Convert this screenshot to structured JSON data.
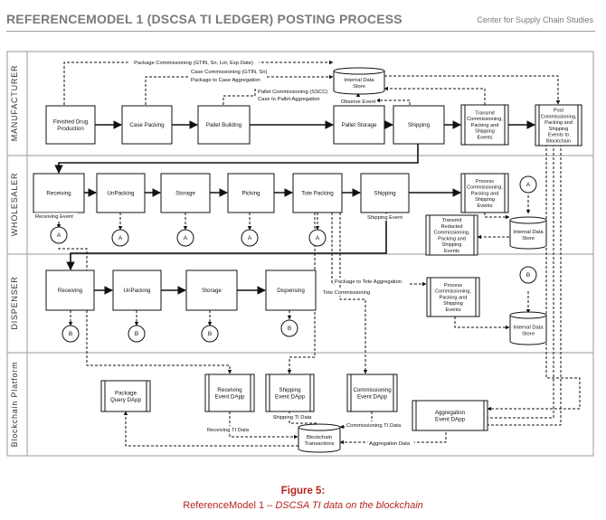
{
  "header": {
    "title": "REFERENCEMODEL 1 (DSCSA TI LEDGER) POSTING PROCESS",
    "org": "Center for Supply Chain Studies"
  },
  "lanes": [
    "MANUFACTURER",
    "WHOLESALER",
    "DISPENSER",
    "Blockchain Platform"
  ],
  "nodes": {
    "finished_drug": [
      "Finished Drug",
      "Production"
    ],
    "case_packing": [
      "Case Packing"
    ],
    "pallet_building": [
      "Pallet Building"
    ],
    "pallet_storage": [
      "Pallet Storage"
    ],
    "shipping_m": [
      "Shipping"
    ],
    "transmit_events": [
      "Transmit",
      "Commissioning,",
      "Packing and",
      "Shipping",
      "Events"
    ],
    "post_events": [
      "Post",
      "Commissioning,",
      "Packing and",
      "Shipping",
      "Events to",
      "Blockchain"
    ],
    "internal_store_m": [
      "Internal Data",
      "Store"
    ],
    "receiving_w": [
      "Receiving"
    ],
    "unpacking_w": [
      "UnPacking"
    ],
    "storage_w": [
      "Storage"
    ],
    "picking_w": [
      "Picking"
    ],
    "tote_packing": [
      "Tote Packing"
    ],
    "shipping_w": [
      "Shipping"
    ],
    "process_w": [
      "Process",
      "Commissioning,",
      "Packing and",
      "Shipping",
      "Events"
    ],
    "transmit_redacted": [
      "Transmit",
      "Redacted",
      "Commissioning,",
      "Packing and",
      "Shipping",
      "Events"
    ],
    "internal_store_w": [
      "Internal Data",
      "Store"
    ],
    "receiving_d": [
      "Receiving"
    ],
    "unpacking_d": [
      "UnPacking"
    ],
    "storage_d": [
      "Storage"
    ],
    "dispensing_d": [
      "Dispensing"
    ],
    "process_d": [
      "Process",
      "Commissioning,",
      "Packing and",
      "Shipping",
      "Events"
    ],
    "internal_store_d": [
      "Internal Data",
      "Store"
    ],
    "package_query": [
      "Package",
      "Query DApp"
    ],
    "receiving_dapp": [
      "Receiving",
      "Event DApp"
    ],
    "shipping_dapp": [
      "Shipping",
      "Event DApp"
    ],
    "commissioning_dapp": [
      "Commissioning",
      "Event DApp"
    ],
    "aggregation_dapp": [
      "Aggregation",
      "Event DApp"
    ],
    "blockchain_tx": [
      "Blockchain",
      "Transactions"
    ]
  },
  "labels": {
    "package_commissioning": "Package Commissioning (GTIN, Sn, Lot, Exp Date)",
    "case_commissioning": "Case Commissioning (GTIN, Sn)",
    "package_to_case": "Package to Case Aggregation",
    "pallet_commissioning": "Pallet Commissioning (SSCC)",
    "case_to_pallet": "Case to Pallet Aggregation",
    "observe_event": "Observe Event",
    "receiving_event": "Receiving Event",
    "shipping_event": "Shipping Event",
    "package_to_tote": "Package to Tote Aggregation",
    "tote_commissioning": "Tote Commissioning",
    "receiving_ti": "Receiving TI Data",
    "shipping_ti": "Shipping TI Data",
    "commissioning_ti": "Commissioning TI Data",
    "aggregation_data": "Aggregation Data"
  },
  "connectors": {
    "a": "A",
    "b": "B"
  },
  "caption": {
    "figure": "Figure 5:",
    "prefix": "ReferenceModel 1 – ",
    "italic": "DSCSA TI data on the blockchain"
  }
}
